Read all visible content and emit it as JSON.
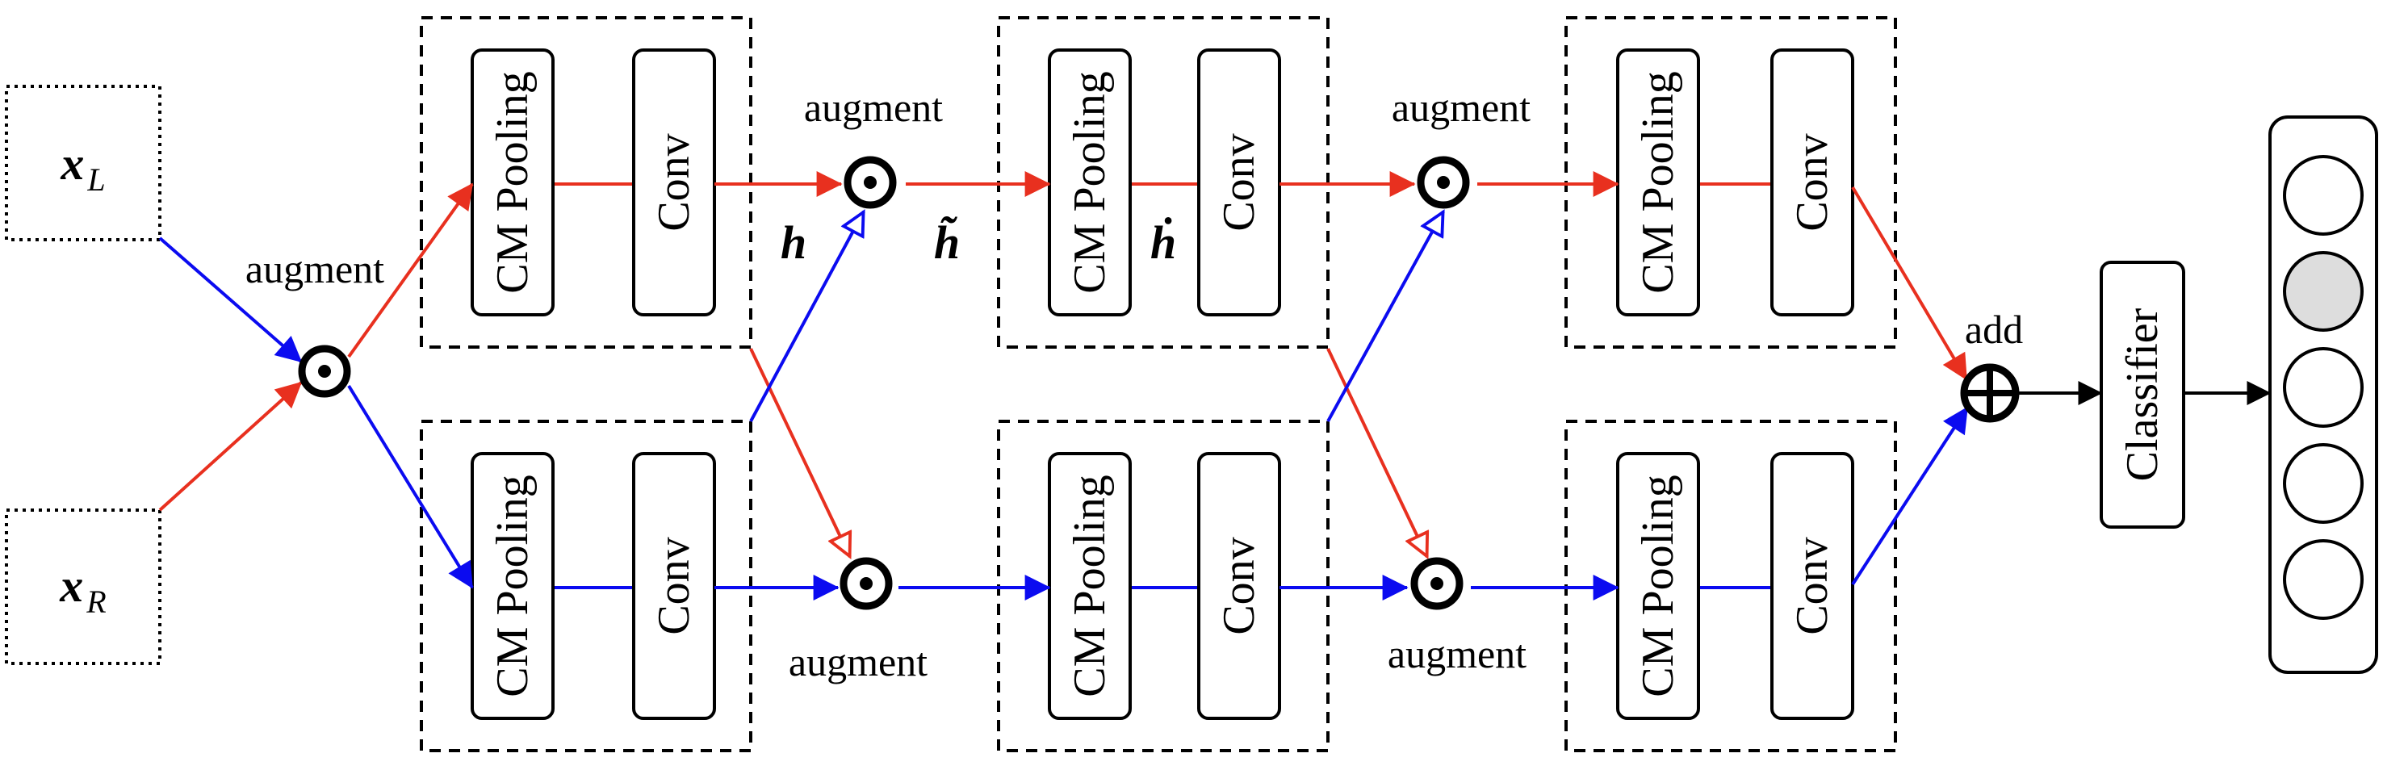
{
  "inputs": {
    "left": {
      "main": "x",
      "sub": "L"
    },
    "right": {
      "main": "x",
      "sub": "R"
    }
  },
  "ops": {
    "augment": "augment",
    "add": "add"
  },
  "blocks": {
    "pooling": "CM Pooling",
    "conv": "Conv",
    "classifier": "Classifier"
  },
  "symbols": {
    "h": "h",
    "h_tilde": "h̃",
    "h_dot": "ḣ"
  },
  "output_nodes": [
    {
      "state": "empty"
    },
    {
      "state": "filled"
    },
    {
      "state": "empty"
    },
    {
      "state": "empty"
    },
    {
      "state": "empty"
    }
  ],
  "colors": {
    "red_path": "#e8301f",
    "blue_path": "#0b0bf0",
    "filled_node": "#dddddd"
  }
}
